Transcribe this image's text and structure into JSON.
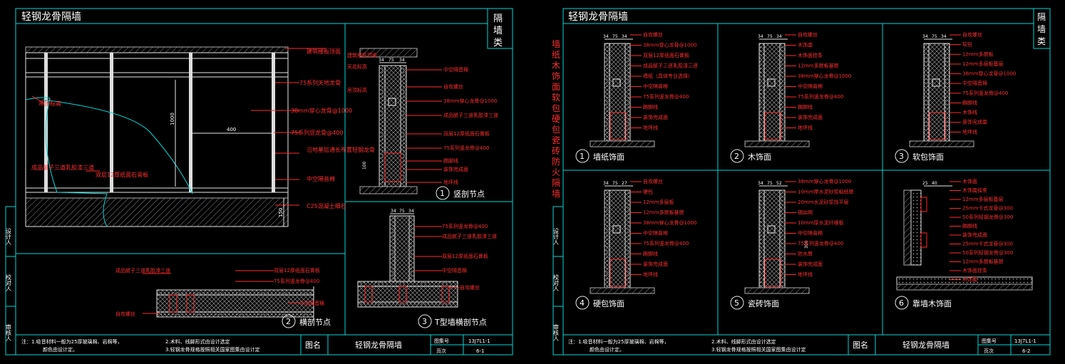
{
  "left_sheet": {
    "title": "轻钢龙骨隔墙",
    "side_label": [
      "隔",
      "墙",
      "类"
    ],
    "dims_main": {
      "h": "1000",
      "w": "400",
      "floor": "150"
    },
    "labels_main": [
      "建筑楼板顶面",
      "75系列天地龙骨",
      "38mm穿心龙骨@1000",
      "75系列竖龙骨@400",
      "沿地基层通长布置轻钢龙骨",
      "中空隔音棉",
      "C25混凝土细石",
      "成品腻子三道乳胶漆三道",
      "双层12厚纸面石膏板",
      "吊顶标高"
    ],
    "labels_node1": [
      "建筑楼板顶面",
      "天花标高",
      "吊顶标高",
      "中空隔音棉",
      "自攻螺丝",
      "38mm穿心龙骨@1000",
      "成品腻子三道乳胶漆三道",
      "双层12厚纸面石膏板",
      "75系列竖龙骨@400",
      "踢脚线",
      "装饰完成面",
      "地坪线"
    ],
    "dims_node1": [
      "34",
      "75",
      "34",
      "100"
    ],
    "labels_node2": [
      "成品腻子三道乳胶漆三道",
      "自攻螺丝",
      "双层12厚纸面石膏板",
      "75系列竖龙骨@400",
      "中空隔音棉"
    ],
    "labels_node3": [
      "75系列竖龙骨@400",
      "成品腻子三道乳胶漆三道",
      "双层12厚纸面石膏板",
      "中空隔音棉",
      "自攻螺丝"
    ],
    "dims_node3": [
      "34",
      "75",
      "34"
    ],
    "captions": [
      {
        "num": "1",
        "text": "竖剖节点"
      },
      {
        "num": "2",
        "text": "横剖节点"
      },
      {
        "num": "3",
        "text": "T型墙横剖节点"
      }
    ],
    "notes": [
      "注：1.吸音材料一般为25厚玻璃棉、岩棉等，",
      "颜色由设计定。",
      "2.术料、线脚形式由设计选定",
      "3.轻钢龙骨规格按照相关国家图集由设计定"
    ],
    "title_block": {
      "label_name": "图名",
      "name": "轻钢龙骨隔墙",
      "label_set": "图集号",
      "set": "13J7L1-1",
      "label_page": "页次",
      "page": "6-1"
    },
    "left_strip": [
      "审核人",
      "校对人",
      "设计人"
    ]
  },
  "right_sheet": {
    "title": "轻钢龙骨隔墙",
    "side_label": [
      "隔",
      "墙",
      "类"
    ],
    "vertical_caption": [
      "墙",
      "纸",
      "木",
      "饰",
      "面",
      "软",
      "包",
      "硬",
      "包",
      "瓷",
      "砖",
      "防",
      "火",
      "隔",
      "墙"
    ],
    "panels": [
      {
        "num": "1",
        "text": "墙纸饰面",
        "dims": [
          "34",
          "75",
          "34"
        ],
        "labels": [
          "自攻螺丝",
          "38mm穿心龙骨@1000",
          "双层12厚纸面石膏板",
          "成品腻子三道乳胶漆三道",
          "墙纸（具体专业选择）",
          "中空隔音棉",
          "75系列竖龙骨@400",
          "踢脚线",
          "装饰完成面",
          "地坪线"
        ]
      },
      {
        "num": "2",
        "text": "木饰面",
        "dims": [
          "34",
          "75",
          "34"
        ],
        "labels": [
          "自攻螺丝",
          "木饰面",
          "木饰面挂条",
          "12mm多层板基层",
          "38mm穿心龙骨@1000",
          "中空隔音棉",
          "75系列竖龙骨@400",
          "踢脚线",
          "装饰完成面",
          "地坪线"
        ]
      },
      {
        "num": "3",
        "text": "软包饰面",
        "dims": [
          "34",
          "75",
          "34"
        ],
        "labels": [
          "自攻螺丝",
          "软包",
          "12mm多层板",
          "12mm多层板基层",
          "38mm穿心龙骨@1000",
          "中空隔音棉",
          "75系列竖龙骨@400",
          "踢脚线",
          "木饰线",
          "装饰完成面",
          "地坪线"
        ]
      },
      {
        "num": "4",
        "text": "硬包饰面",
        "dims": [
          "34",
          "75",
          "27"
        ],
        "labels": [
          "自攻螺丝",
          "硬包",
          "12mm多层板",
          "12mm多层板基层",
          "38mm穿心龙骨@1000",
          "中空隔音棉",
          "75系列竖龙骨@400",
          "踢脚线",
          "装饰完成面",
          "地坪线"
        ]
      },
      {
        "num": "5",
        "text": "瓷砖饰面",
        "dims": [
          "34",
          "75",
          "52"
        ],
        "labels": [
          "38mm穿心龙骨@1000",
          "10mm厚水泥砂浆粘结层",
          "20mm水泥砂浆找平层",
          "钢丝网",
          "10mm厚水泥纤维板",
          "中空隔音棉",
          "75系列竖龙骨@400",
          "防水层",
          "装饰完成面",
          "地坪线"
        ],
        "dim_v": "300"
      },
      {
        "num": "6",
        "text": "靠墙木饰面",
        "dims": [
          "25",
          "40"
        ],
        "labels": [
          "木饰面",
          "木饰面挂条",
          "12mm多层板基层",
          "25mm卡式龙骨@300",
          "50系列轻钢龙骨@300",
          "踢脚线",
          "装饰完成面",
          "25mm卡式龙骨@300",
          "50系列轻钢龙骨@300",
          "12mm多层板基层",
          "木饰面挂条",
          "木饰面"
        ]
      }
    ],
    "notes": [
      "注：1.吸音材料一般为25厚玻璃棉、岩棉等，",
      "颜色由设计定。",
      "2.术料、线脚形式由设计选定",
      "3.轻钢龙骨规格按照相关国家图集由设计定"
    ],
    "title_block": {
      "label_name": "图名",
      "name": "轻钢龙骨隔墙",
      "label_set": "图集号",
      "set": "13J7L1-1",
      "label_page": "页次",
      "page": "6-2"
    },
    "left_strip": [
      "审核人",
      "校对人",
      "设计人"
    ]
  },
  "colors": {
    "frame": "#00d8d8",
    "label": "#ff3030",
    "text": "#ffffff",
    "background": "#000000"
  }
}
